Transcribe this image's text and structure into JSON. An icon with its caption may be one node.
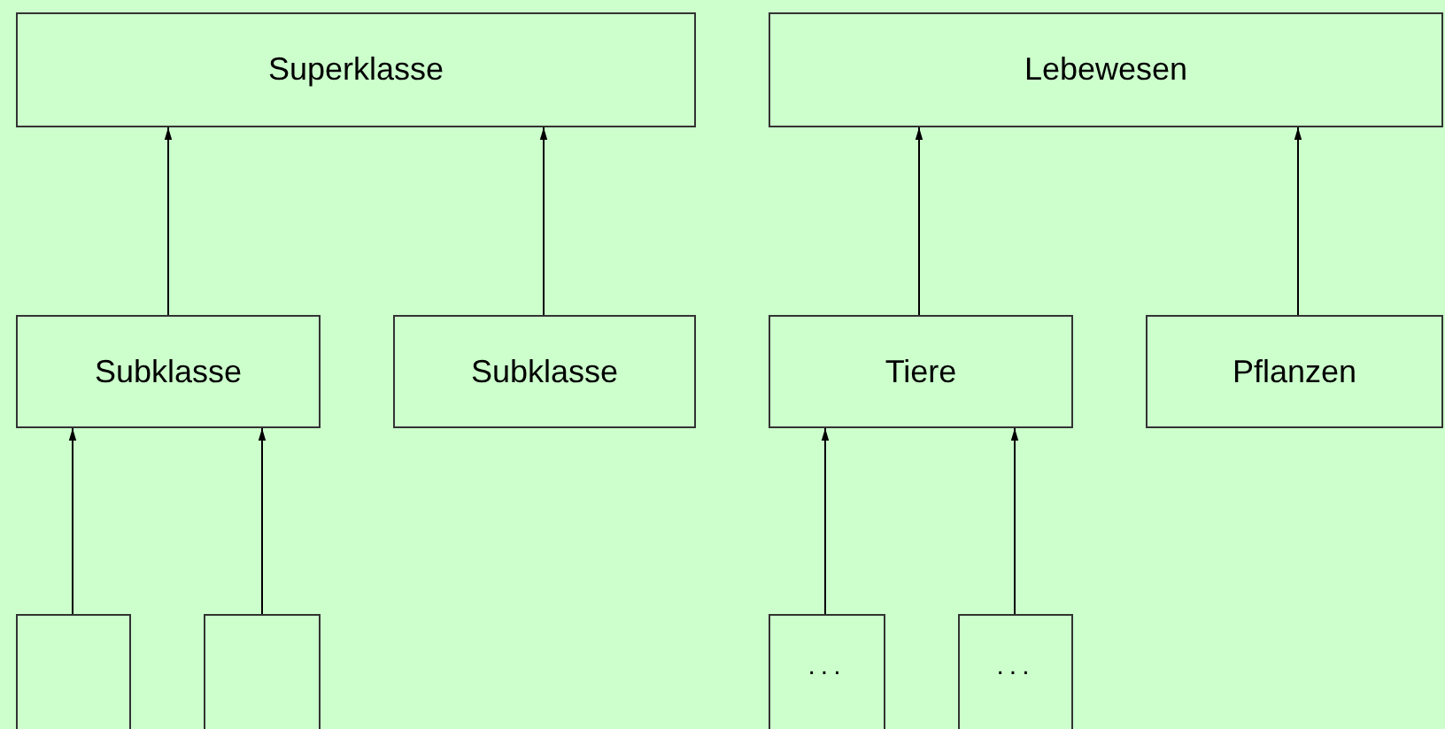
{
  "diagram": {
    "nodes": [
      {
        "text": [
          "Superklasse"
        ]
      },
      {
        "text": [
          "Lebewesen"
        ]
      },
      {
        "text": [
          "Subklasse"
        ]
      },
      {
        "text": [
          "Subklasse"
        ]
      },
      {
        "text": [
          "Tiere"
        ]
      },
      {
        "text": [
          "Pflanzen"
        ]
      },
      {
        "text": [],
        "shape": "box"
      },
      {
        "text": [],
        "shape": "box"
      },
      {
        "text": [
          "..."
        ]
      },
      {
        "text": [
          "..."
        ]
      }
    ],
    "edges": [
      {
        "from": 2,
        "to": 0,
        "arrow": "to"
      },
      {
        "from": 3,
        "to": 0,
        "arrow": "to"
      },
      {
        "from": 4,
        "to": 1,
        "arrow": "to"
      },
      {
        "from": 5,
        "to": 1,
        "arrow": "to"
      },
      {
        "from": 6,
        "to": 2,
        "arrow": "to"
      },
      {
        "from": 7,
        "to": 2,
        "arrow": "to"
      },
      {
        "from": 8,
        "to": 4,
        "arrow": "to"
      },
      {
        "from": 9,
        "to": 4,
        "arrow": "to"
      }
    ]
  }
}
